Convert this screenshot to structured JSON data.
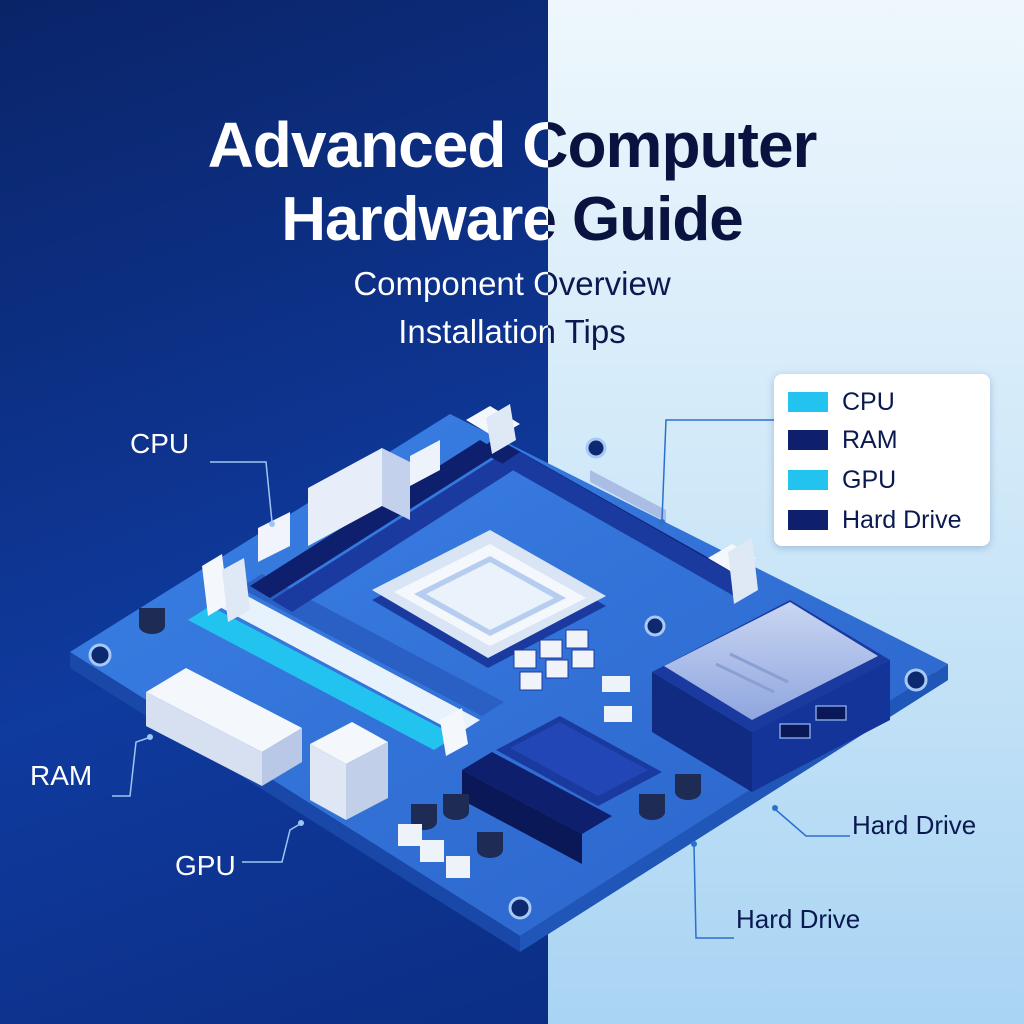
{
  "title": {
    "line1": "Advanced Computer",
    "line2": "Hardware Guide"
  },
  "subtitle": {
    "line1": "Component Overview",
    "line2": "Installation Tips"
  },
  "callouts": {
    "cpu": "CPU",
    "ram": "RAM",
    "gpu": "GPU",
    "hard_drive_1": "Hard Drive",
    "hard_drive_2": "Hard Drive"
  },
  "legend": {
    "items": [
      {
        "label": "CPU",
        "color": "#22c4ef"
      },
      {
        "label": "RAM",
        "color": "#0e1f6e"
      },
      {
        "label": "GPU",
        "color": "#22c4ef"
      },
      {
        "label": "Hard Drive",
        "color": "#0e1f6e"
      }
    ]
  },
  "colors": {
    "board": "#2f72d8",
    "board_dark": "#1c4fb0",
    "accent": "#22c4ef",
    "navy": "#0e1f6e"
  }
}
